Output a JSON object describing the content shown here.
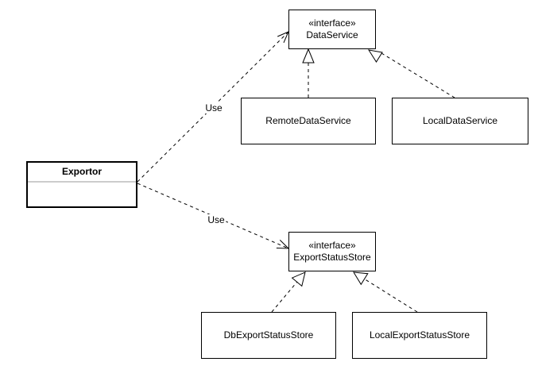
{
  "diagram": {
    "kind": "uml-class-diagram",
    "nodes": {
      "data_service": {
        "stereotype": "«interface»",
        "name": "DataService"
      },
      "remote_data_service": {
        "name": "RemoteDataService"
      },
      "local_data_service": {
        "name": "LocalDataService"
      },
      "exportor": {
        "name": "Exportor"
      },
      "export_status_store": {
        "stereotype": "«interface»",
        "name": "ExportStatusStore"
      },
      "db_export_status_store": {
        "name": "DbExportStatusStore"
      },
      "local_export_status_store": {
        "name": "LocalExportStatusStore"
      }
    },
    "edges": {
      "exportor_uses_data_service": {
        "label": "Use",
        "type": "dependency"
      },
      "exportor_uses_export_status_store": {
        "label": "Use",
        "type": "dependency"
      },
      "remote_data_service_implements_data_service": {
        "type": "realization"
      },
      "local_data_service_implements_data_service": {
        "type": "realization"
      },
      "db_export_status_store_implements_export_status_store": {
        "type": "realization"
      },
      "local_export_status_store_implements_export_status_store": {
        "type": "realization"
      }
    },
    "colors": {
      "line": "#000000",
      "box_border": "#000000",
      "box_fill": "#ffffff",
      "separator": "#cccccc",
      "text": "#000000",
      "background": "#ffffff"
    }
  }
}
